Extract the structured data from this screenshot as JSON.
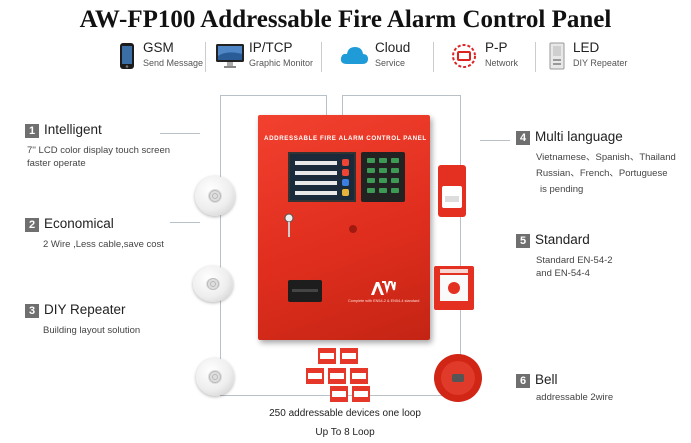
{
  "title": "AW-FP100 Addressable Fire Alarm Control Panel",
  "features": [
    {
      "name": "GSM",
      "sub": "Send Message",
      "icon": "smartphone-icon"
    },
    {
      "name": "IP/TCP",
      "sub": "Graphic Monitor",
      "icon": "monitor-icon"
    },
    {
      "name": "Cloud",
      "sub": "Service",
      "icon": "cloud-icon"
    },
    {
      "name": "P-P",
      "sub": "Network",
      "icon": "network-icon"
    },
    {
      "name": "LED",
      "sub": "DIY Repeater",
      "icon": "repeater-icon"
    }
  ],
  "left_labels": [
    {
      "num": "1",
      "name": "Intelligent",
      "desc": [
        "7'' LCD color display touch screen",
        "faster operate"
      ]
    },
    {
      "num": "2",
      "name": "Economical",
      "desc": [
        "2 Wire ,Less cable,save cost"
      ]
    },
    {
      "num": "3",
      "name": "DIY Repeater",
      "desc": [
        "Building layout solution"
      ]
    }
  ],
  "right_labels": [
    {
      "num": "4",
      "name": "Multi language",
      "desc": [
        "Vietnamese、Spanish、Thailand",
        "Russian、French、Portuguese",
        "is pending"
      ]
    },
    {
      "num": "5",
      "name": "Standard",
      "desc": [
        "Standard EN-54-2",
        "and EN-54-4"
      ]
    },
    {
      "num": "6",
      "name": "Bell",
      "desc": [
        "addressable   2wire"
      ]
    }
  ],
  "panel": {
    "header": "ADDRESSABLE FIRE ALARM CONTROL PANEL",
    "note": "Complete with EN54-2 & EN54-4 standard"
  },
  "loop_text": {
    "line1": "250 addressable devices one loop",
    "line2": "Up To 8 Loop"
  },
  "colors": {
    "panel_red": "#e0301f",
    "badge_gray": "#6f6f6f",
    "line_gray": "#b8c0c8"
  }
}
